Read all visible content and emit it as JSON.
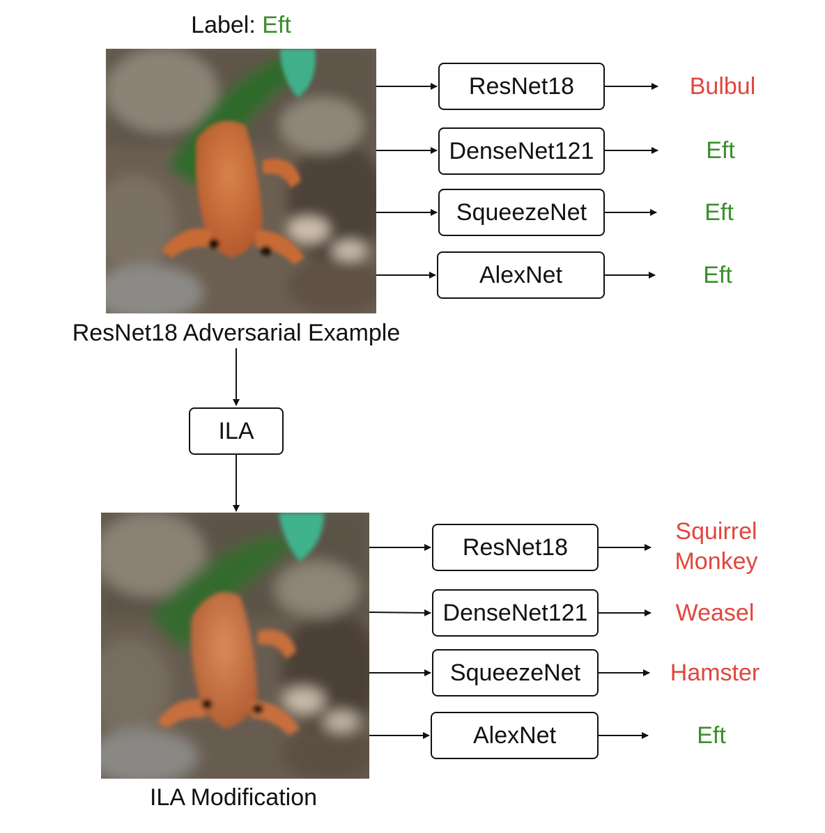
{
  "header": {
    "label_prefix": "Label:",
    "label_value": "Eft"
  },
  "colors": {
    "correct": "#3a8f2c",
    "wrong": "#e0463c",
    "stroke": "#111111"
  },
  "top": {
    "caption": "ResNet18 Adversarial Example",
    "image_icon": "eft-salamander-photo",
    "rows": [
      {
        "model": "ResNet18",
        "prediction": "Bulbul",
        "status": "wrong"
      },
      {
        "model": "DenseNet121",
        "prediction": "Eft",
        "status": "correct"
      },
      {
        "model": "SqueezeNet",
        "prediction": "Eft",
        "status": "correct"
      },
      {
        "model": "AlexNet",
        "prediction": "Eft",
        "status": "correct"
      }
    ]
  },
  "middle": {
    "step": "ILA"
  },
  "bottom": {
    "caption": "ILA Modification",
    "image_icon": "eft-salamander-photo-modified",
    "rows": [
      {
        "model": "ResNet18",
        "prediction_line1": "Squirrel",
        "prediction_line2": "Monkey",
        "status": "wrong"
      },
      {
        "model": "DenseNet121",
        "prediction": "Weasel",
        "status": "wrong"
      },
      {
        "model": "SqueezeNet",
        "prediction": "Hamster",
        "status": "wrong"
      },
      {
        "model": "AlexNet",
        "prediction": "Eft",
        "status": "correct"
      }
    ]
  }
}
